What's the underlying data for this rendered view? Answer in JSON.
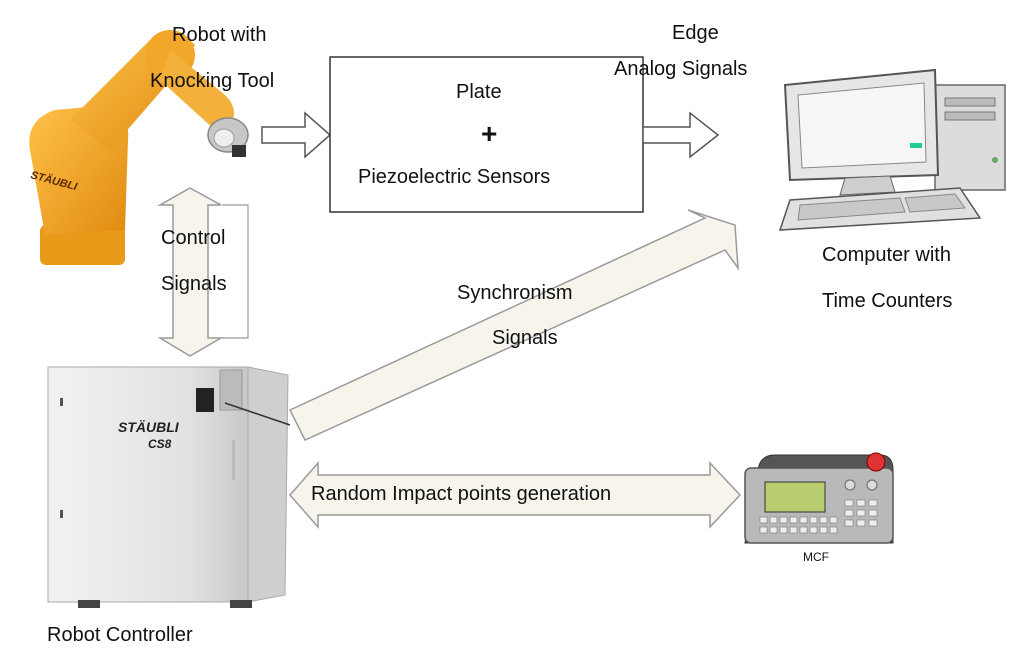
{
  "labels": {
    "robot_line1": "Robot with",
    "robot_line2": "Knocking Tool",
    "plate_line1": "Plate",
    "plate_plus": "+",
    "plate_line3": "Piezoelectric Sensors",
    "edge_line1": "Edge",
    "edge_line2": "Analog Signals",
    "computer_line1": "Computer with",
    "computer_line2": "Time Counters",
    "control_line1": "Control",
    "control_line2": "Signals",
    "sync_line1": "Synchronism",
    "sync_line2": "Signals",
    "random_impact": "Random Impact points generation",
    "mcf": "MCF",
    "controller": "Robot Controller",
    "robot_brand": "STÄUBLI",
    "controller_brand": "STÄUBLI",
    "controller_model": "CS8"
  },
  "colors": {
    "robot_orange": "#f0a420",
    "robot_dark": "#c97a10",
    "cabinet": "#e4e4e4",
    "arrow_outline": "#9a9a9a",
    "arrow_fill": "#f7f4ec",
    "screen_green": "#b8cc70"
  }
}
